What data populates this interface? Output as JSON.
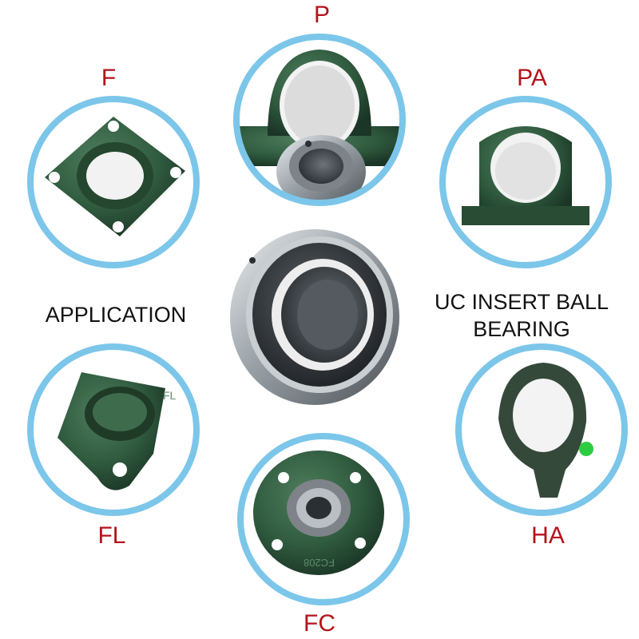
{
  "labels": {
    "p": "P",
    "f": "F",
    "pa": "PA",
    "fl": "FL",
    "ha": "HA",
    "fc": "FC"
  },
  "center_text": {
    "application": "APPLICATION",
    "title_line1": "UC INSERT BALL",
    "title_line2": "BEARING"
  },
  "castings": {
    "fc": "FC208",
    "fl": "FL"
  },
  "colors": {
    "ring": "#7cc6ea",
    "label": "#b5121b",
    "housing": "#2f5a3e",
    "steel": "#9aa2a8"
  }
}
